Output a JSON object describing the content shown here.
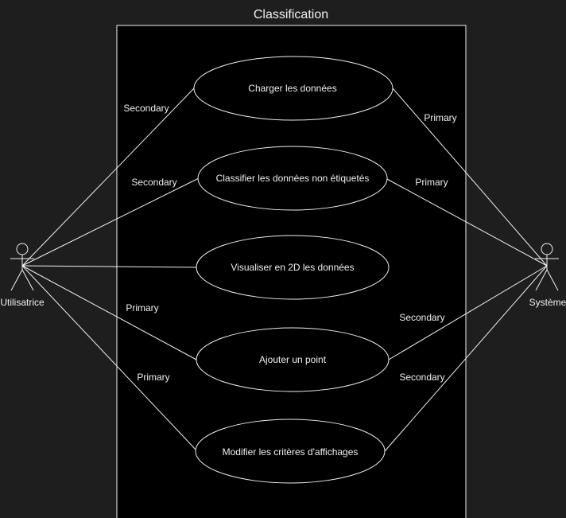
{
  "diagram": {
    "title": "Classification",
    "actors": [
      {
        "id": "user",
        "name": "Utilisatrice"
      },
      {
        "id": "system",
        "name": "Système"
      }
    ],
    "use_cases": [
      {
        "id": "uc1",
        "label": "Charger les données"
      },
      {
        "id": "uc2",
        "label": "Classifier les données non étiquetés"
      },
      {
        "id": "uc3",
        "label": "Visualiser en 2D les données"
      },
      {
        "id": "uc4",
        "label": "Ajouter un point"
      },
      {
        "id": "uc5",
        "label": "Modifier les critères d'affichages"
      }
    ],
    "associations": [
      {
        "from": "user",
        "to": "uc1",
        "label": "Secondary"
      },
      {
        "from": "user",
        "to": "uc2",
        "label": "Secondary"
      },
      {
        "from": "user",
        "to": "uc3",
        "label": ""
      },
      {
        "from": "user",
        "to": "uc4",
        "label": "Primary"
      },
      {
        "from": "user",
        "to": "uc5",
        "label": "Primary"
      },
      {
        "from": "system",
        "to": "uc1",
        "label": "Primary"
      },
      {
        "from": "system",
        "to": "uc2",
        "label": "Primary"
      },
      {
        "from": "system",
        "to": "uc4",
        "label": "Secondary"
      },
      {
        "from": "system",
        "to": "uc5",
        "label": "Secondary"
      }
    ],
    "colors": {
      "background": "#1e1e1e",
      "boundary_fill": "#000000",
      "stroke": "#f0f0f0",
      "text": "#f0f0f0"
    }
  }
}
